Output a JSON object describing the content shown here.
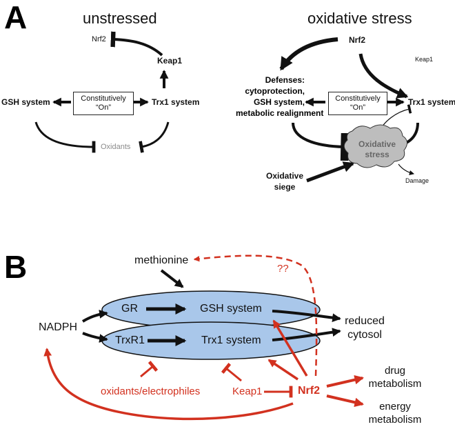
{
  "colors": {
    "black": "#111111",
    "red": "#d2311f",
    "ellipse_fill": "#a9c7ea",
    "cloud_fill": "#bdbdbd",
    "gray_text": "#8a8a8a"
  },
  "panel_a": {
    "letter": "A",
    "unstressed": {
      "title": "unstressed",
      "nrf2": "Nrf2",
      "keap1": "Keap1",
      "gsh": "GSH system",
      "trx1": "Trx1 system",
      "box_line1": "Constitutively",
      "box_line2": "“On”",
      "oxidants": "Oxidants"
    },
    "oxidative_stress": {
      "title": "oxidative stress",
      "nrf2": "Nrf2",
      "keap1": "Keap1",
      "defenses": [
        "Defenses:",
        "cytoprotection,",
        "GSH system,",
        "metabolic realignment"
      ],
      "box_line1": "Constitutively",
      "box_line2": "“On”",
      "trx1": "Trx1 system",
      "cloud_line1": "Oxidative",
      "cloud_line2": "stress",
      "siege_line1": "Oxidative",
      "siege_line2": "siege",
      "damage": "Damage"
    }
  },
  "panel_b": {
    "letter": "B",
    "methionine": "methionine",
    "qq": "??",
    "gr": "GR",
    "gsh": "GSH system",
    "nadph": "NADPH",
    "trxr1": "TrxR1",
    "trx1": "Trx1 system",
    "reduced_line1": "reduced",
    "reduced_line2": "cytosol",
    "oxidants": "oxidants/electrophiles",
    "keap1": "Keap1",
    "nrf2": "Nrf2",
    "drug_line1": "drug",
    "drug_line2": "metabolism",
    "energy_line1": "energy",
    "energy_line2": "metabolism"
  }
}
